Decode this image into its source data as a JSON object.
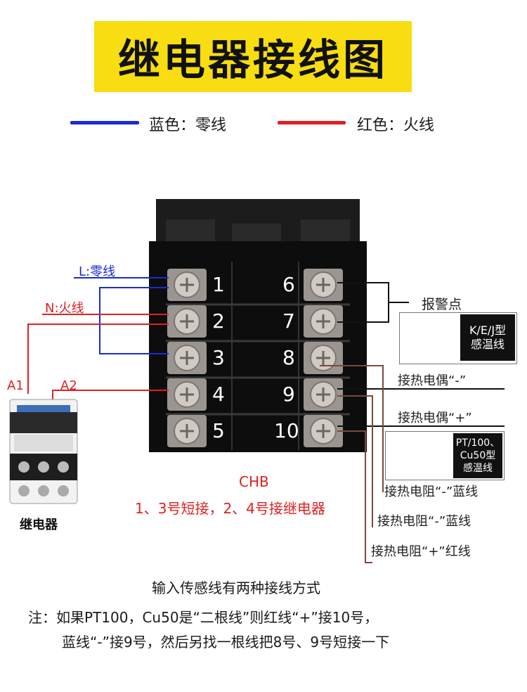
{
  "title": "继电器接线图",
  "legend": {
    "blue": {
      "text": "蓝色：零线",
      "color": "#1a2bd6"
    },
    "red": {
      "text": "红色：火线",
      "color": "#e21f1f"
    }
  },
  "wires": {
    "l_label": "L:零线",
    "n_label": "N:火线",
    "a1": "A1",
    "a2": "A2"
  },
  "terminals": [
    "1",
    "2",
    "3",
    "4",
    "5",
    "6",
    "7",
    "8",
    "9",
    "10"
  ],
  "right_labels": {
    "alarm": "报警点",
    "tc_minus": "接热电偶“-”",
    "tc_plus": "接热电偶“+”",
    "rtd_minus_1": "接热电阻“-”蓝线",
    "rtd_minus_2": "接热电阻“-”蓝线",
    "rtd_plus": "接热电阻“+”红线"
  },
  "sensors": {
    "thermocouple": {
      "line1": "K/E/J型",
      "line2": "感温线"
    },
    "rtd": {
      "line1": "PT/100、",
      "line2": "Cu50型",
      "line3": "感温线"
    }
  },
  "relay_label": "继电器",
  "chb": {
    "model": "CHB",
    "note": "1、3号短接，2、4号接继电器"
  },
  "notes": {
    "line1": "输入传感线有两种接线方式",
    "line2": "注：如果PT100，Cu50是“二根线”则红线“+”接10号，",
    "line3": "蓝线“-”接9号，然后另找一根线把8号、9号短接一下"
  },
  "colors": {
    "yellow": "#f7dd12",
    "blue": "#1a2bd6",
    "red": "#e21f1f",
    "brown": "#7a4a3a",
    "black": "#111111"
  }
}
